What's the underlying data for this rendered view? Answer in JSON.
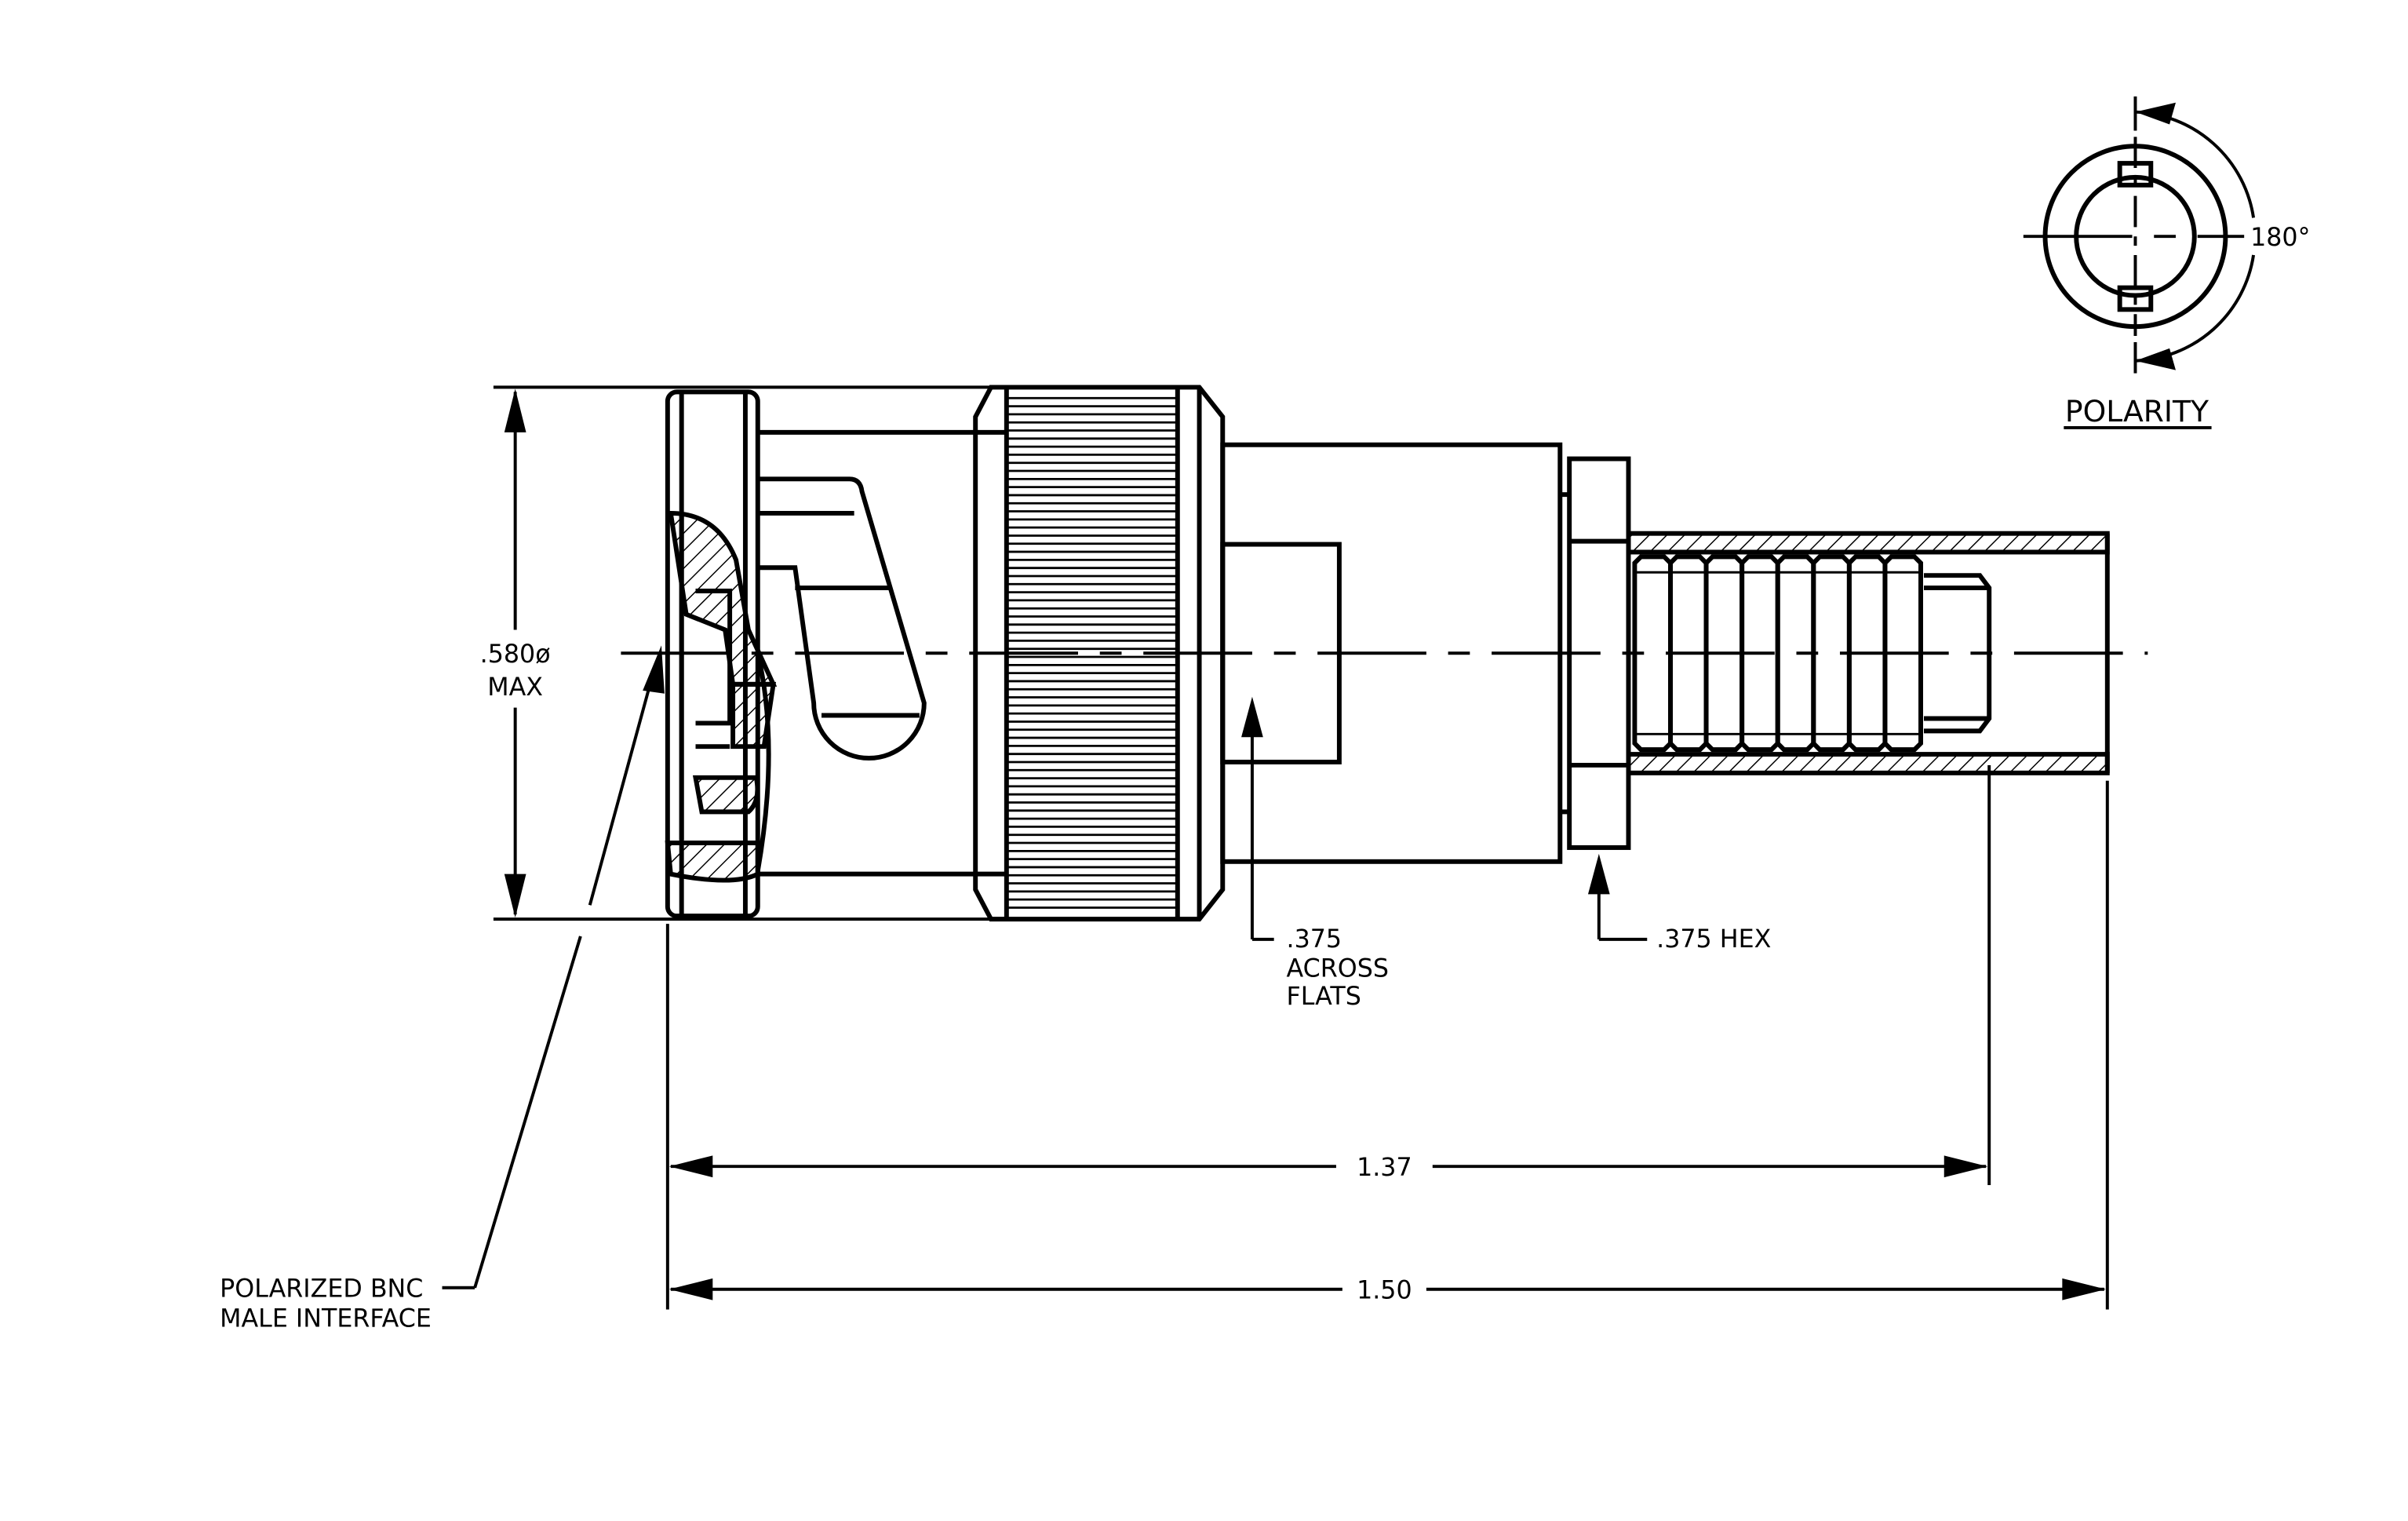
{
  "labels": {
    "diameter": ".580ø",
    "diameter_max": "MAX",
    "across_flats_1": ".375",
    "across_flats_2": "ACROSS",
    "across_flats_3": "FLATS",
    "hex": ".375  HEX",
    "length_short": "1.37",
    "length_long": "1.50",
    "interface_1": "POLARIZED  BNC",
    "interface_2": "MALE  INTERFACE",
    "polarity_angle": "180°",
    "polarity_title": "POLARITY"
  }
}
